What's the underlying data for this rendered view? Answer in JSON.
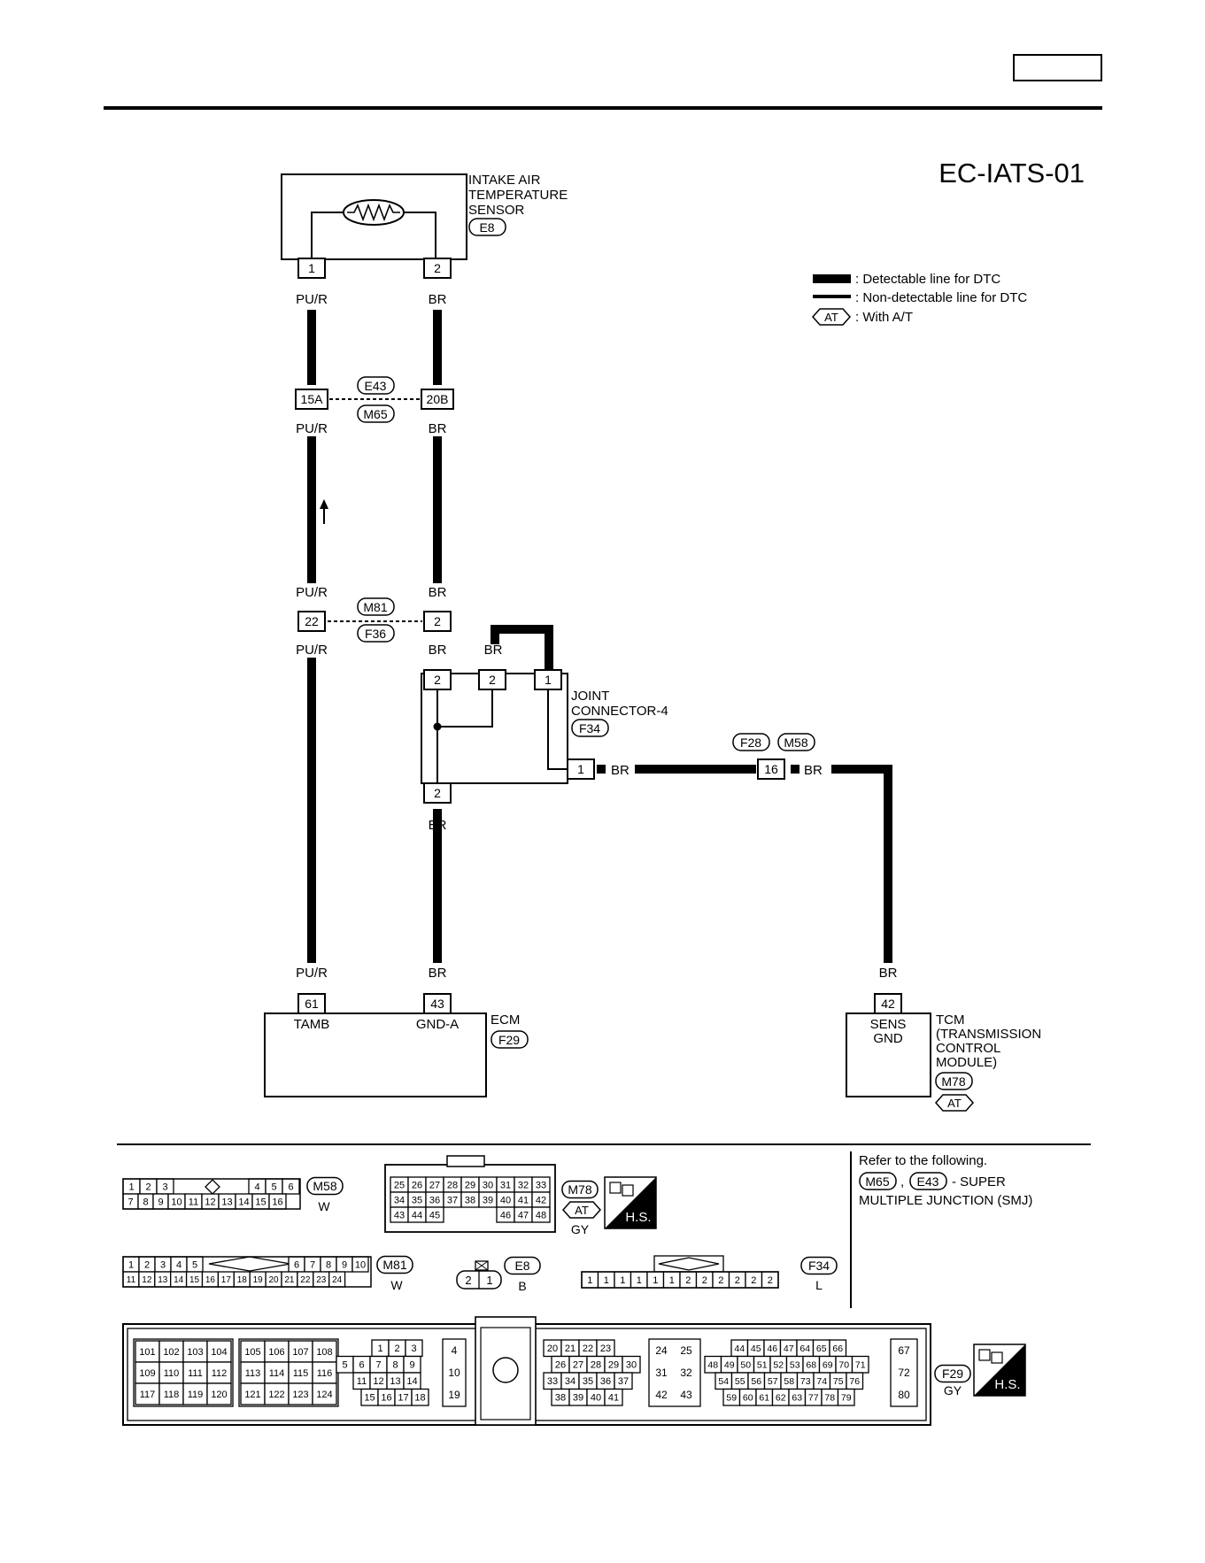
{
  "page": {
    "diagram_code": "EC-IATS-01"
  },
  "legend": {
    "detectable": ": Detectable line for DTC",
    "non_detectable": ": Non-detectable line for DTC",
    "at_badge": "AT",
    "with_at": ": With A/T"
  },
  "sensor": {
    "title_lines": [
      "INTAKE AIR",
      "TEMPERATURE",
      "SENSOR"
    ],
    "connector": "E8",
    "pin1": "1",
    "pin2": "2"
  },
  "wires": {
    "pur": "PU/R",
    "br": "BR"
  },
  "junction_e43": {
    "top": "E43",
    "bottom": "M65",
    "pin_left": "15A",
    "pin_right": "20B"
  },
  "junction_m81": {
    "top": "M81",
    "bottom": "F36",
    "pin_left": "22",
    "pin_right": "2"
  },
  "joint": {
    "title_lines": [
      "JOINT",
      "CONNECTOR-4"
    ],
    "connector": "F34",
    "pins": [
      "2",
      "2",
      "1",
      "1",
      "2"
    ]
  },
  "harness_f28": {
    "left": "F28",
    "right": "M58",
    "pin": "16"
  },
  "ecm": {
    "title": "ECM",
    "connector": "F29",
    "pin61": "61",
    "pin43": "43",
    "tamb": "TAMB",
    "gnda": "GND-A"
  },
  "tcm": {
    "pin": "42",
    "pin_label_lines": [
      "SENS",
      "GND"
    ],
    "title_lines": [
      "TCM",
      "(TRANSMISSION",
      "CONTROL",
      "MODULE)"
    ],
    "connector": "M78",
    "at_badge": "AT"
  },
  "face_views": {
    "m58": {
      "connector": "M58",
      "color": "W",
      "row1": [
        "1",
        "2",
        "3",
        "4",
        "5",
        "6"
      ],
      "row2": [
        "7",
        "8",
        "9",
        "10",
        "11",
        "12",
        "13",
        "14",
        "15",
        "16"
      ]
    },
    "m81": {
      "connector": "M81",
      "color": "W",
      "row1": [
        "1",
        "2",
        "3",
        "4",
        "5",
        "6",
        "7",
        "8",
        "9",
        "10"
      ],
      "row2": [
        "11",
        "12",
        "13",
        "14",
        "15",
        "16",
        "17",
        "18",
        "19",
        "20",
        "21",
        "22",
        "23",
        "24"
      ]
    },
    "m78": {
      "connector": "M78",
      "at": "AT",
      "color": "GY",
      "row1": [
        "25",
        "26",
        "27",
        "28",
        "29",
        "30",
        "31",
        "32",
        "33"
      ],
      "row2": [
        "34",
        "35",
        "36",
        "37",
        "38",
        "39",
        "40",
        "41",
        "42"
      ],
      "row3": [
        "43",
        "44",
        "45",
        "46",
        "47",
        "48"
      ]
    },
    "e8": {
      "connector": "E8",
      "color": "B",
      "pins": [
        "2",
        "1"
      ]
    },
    "f34": {
      "connector": "F34",
      "color": "L",
      "pins": [
        "1",
        "1",
        "1",
        "1",
        "1",
        "1",
        "2",
        "2",
        "2",
        "2",
        "2",
        "2"
      ]
    },
    "hs": "H.S.",
    "f29": {
      "connector": "F29",
      "color": "GY",
      "g1": [
        [
          "101",
          "102",
          "103",
          "104"
        ],
        [
          "109",
          "110",
          "111",
          "112"
        ],
        [
          "117",
          "118",
          "119",
          "120"
        ]
      ],
      "g2": [
        [
          "105",
          "106",
          "107",
          "108"
        ],
        [
          "113",
          "114",
          "115",
          "116"
        ],
        [
          "121",
          "122",
          "123",
          "124"
        ]
      ],
      "g3": [
        [
          "1",
          "2",
          "3"
        ],
        [
          "5",
          "6",
          "7",
          "8",
          "9"
        ],
        [
          "11",
          "12",
          "13",
          "14"
        ],
        [
          "15",
          "16",
          "17",
          "18"
        ]
      ],
      "g4": [
        "4",
        "10",
        "19"
      ],
      "g5": [
        [
          "20",
          "21",
          "22",
          "23"
        ],
        [
          "26",
          "27",
          "28",
          "29",
          "30"
        ],
        [
          "33",
          "34",
          "35",
          "36",
          "37"
        ],
        [
          "38",
          "39",
          "40",
          "41"
        ]
      ],
      "g6": [
        [
          "24",
          "25"
        ],
        [
          "31",
          "32"
        ],
        [
          "42",
          "43"
        ]
      ],
      "g7": [
        [
          "44",
          "45",
          "46",
          "47",
          "64",
          "65",
          "66"
        ],
        [
          "48",
          "49",
          "50",
          "51",
          "52",
          "53",
          "68",
          "69",
          "70",
          "71"
        ],
        [
          "54",
          "55",
          "56",
          "57",
          "58",
          "73",
          "74",
          "75",
          "76"
        ],
        [
          "59",
          "60",
          "61",
          "62",
          "63",
          "77",
          "78",
          "79"
        ]
      ],
      "g8": [
        "67",
        "72",
        "80"
      ]
    }
  },
  "note": {
    "line1": "Refer to the following.",
    "c1": "M65",
    "sep": ",",
    "c2": "E43",
    "line2_rest": "- SUPER",
    "line3": "MULTIPLE JUNCTION (SMJ)"
  }
}
